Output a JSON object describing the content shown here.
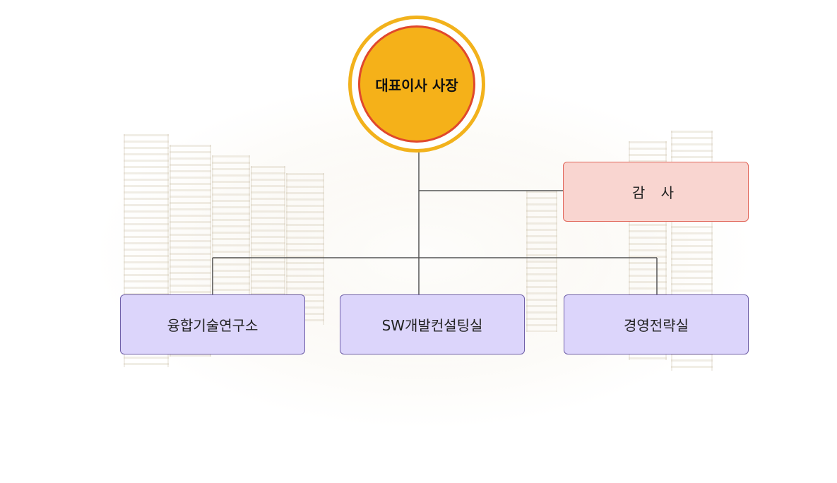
{
  "chart": {
    "ceo": "대표이사 사장",
    "audit": "감 사",
    "departments": [
      {
        "label": "융합기술연구소"
      },
      {
        "label": "SW개발컨설팅실"
      },
      {
        "label": "경영전략실"
      }
    ]
  },
  "colors": {
    "ceo_fill": "#f5b119",
    "ceo_ring": "#f2b21c",
    "ceo_border": "#e0482c",
    "audit_fill": "#f9d5d0",
    "audit_border": "#e1665a",
    "dept_fill": "#dcd5fb",
    "dept_border": "#6f5fa8",
    "connector": "#555555"
  }
}
